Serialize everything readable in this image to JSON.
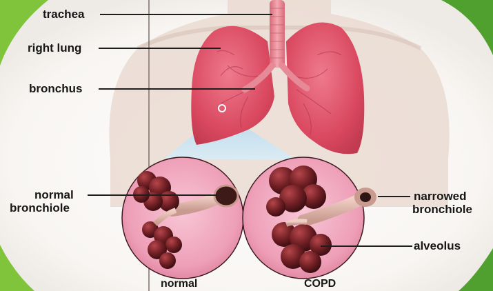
{
  "labels": {
    "trachea": "trachea",
    "right_lung": "right lung",
    "bronchus": "bronchus",
    "normal_bronchiole_line1": "normal",
    "normal_bronchiole_line2": "bronchiole",
    "narrowed_bronchiole_line1": "narrowed",
    "narrowed_bronchiole_line2": "bronchiole",
    "alveolus": "alveolus"
  },
  "captions": {
    "normal": "normal",
    "copd": "COPD"
  },
  "colors": {
    "lung": "#e0566f",
    "magnify_circle": "#f0a6bd",
    "alveoli": "#6a1f22",
    "accent_green": "#7fc43a",
    "skin": "#e9d6cc"
  }
}
